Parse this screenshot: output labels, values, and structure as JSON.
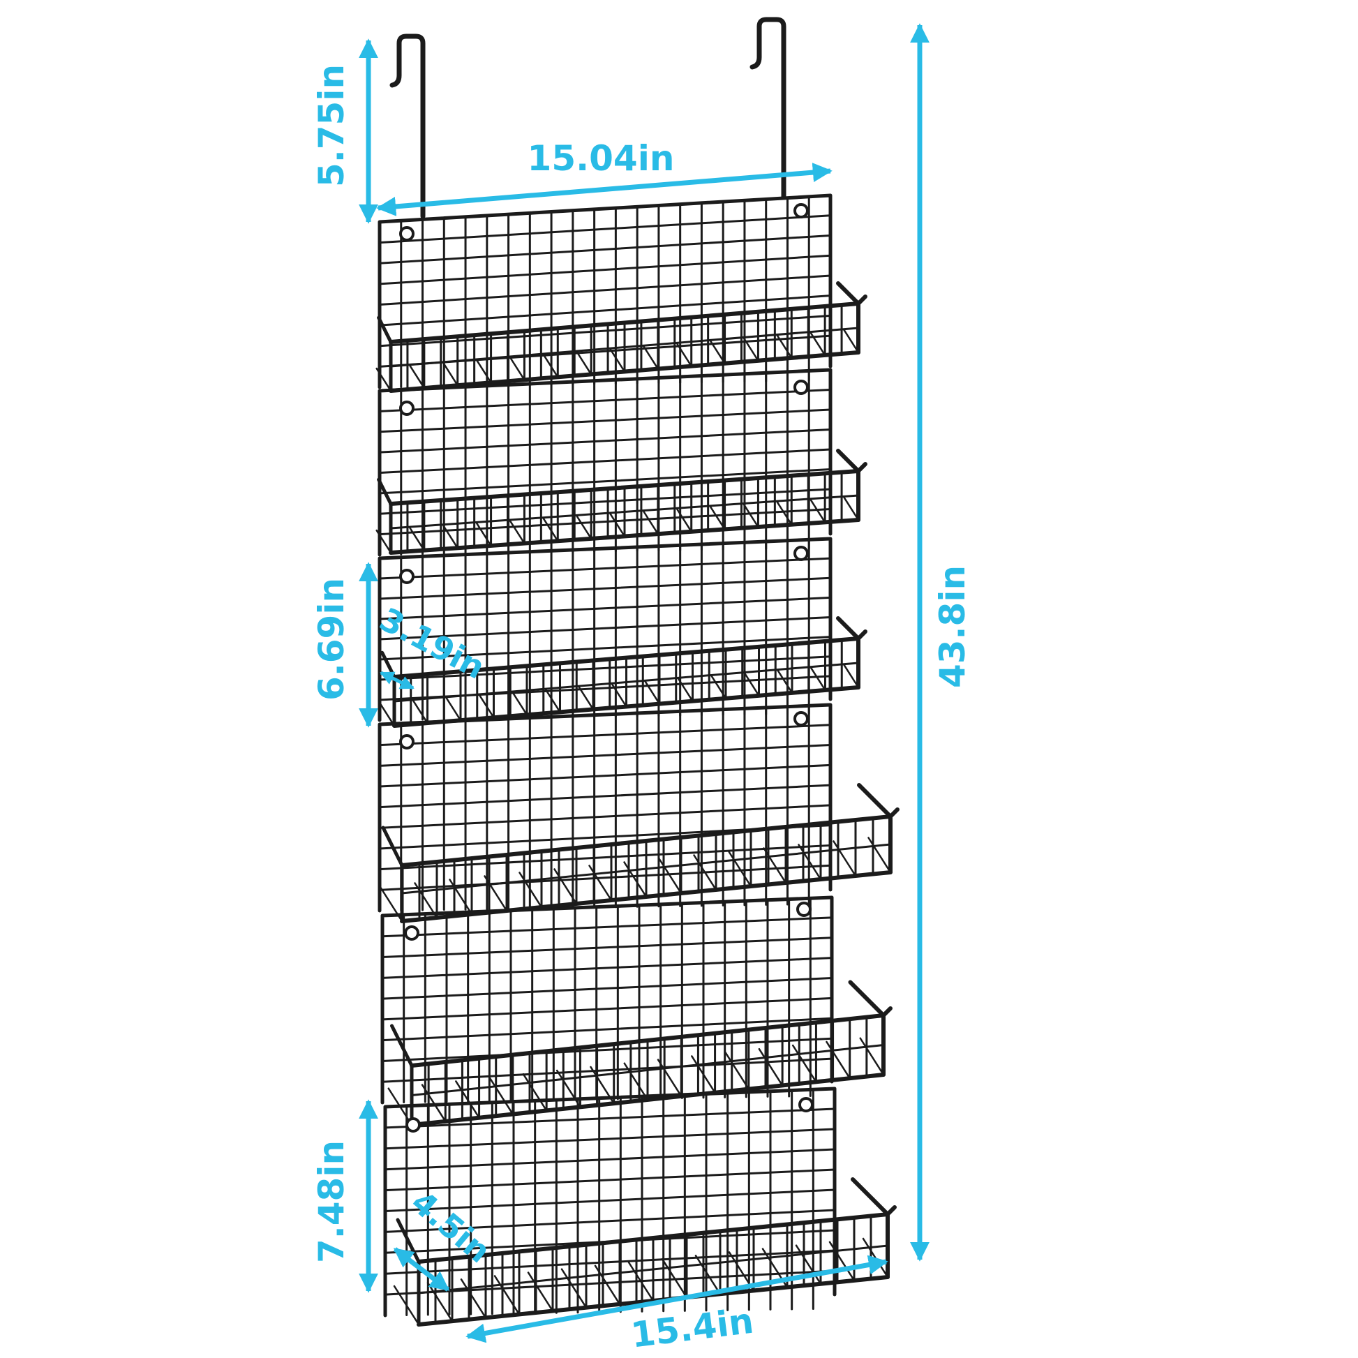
{
  "colors": {
    "dimension": "#29bbe6",
    "wire": "#1b1b1b",
    "background": "#ffffff"
  },
  "dimensions": {
    "hook_height": "5.75in",
    "top_width": "15.04in",
    "overall_height": "43.8in",
    "shelf_spacing": "6.69in",
    "small_shelf_depth": "3.19in",
    "bottom_height": "7.48in",
    "large_shelf_depth": "4.5in",
    "bottom_width": "15.4in"
  }
}
